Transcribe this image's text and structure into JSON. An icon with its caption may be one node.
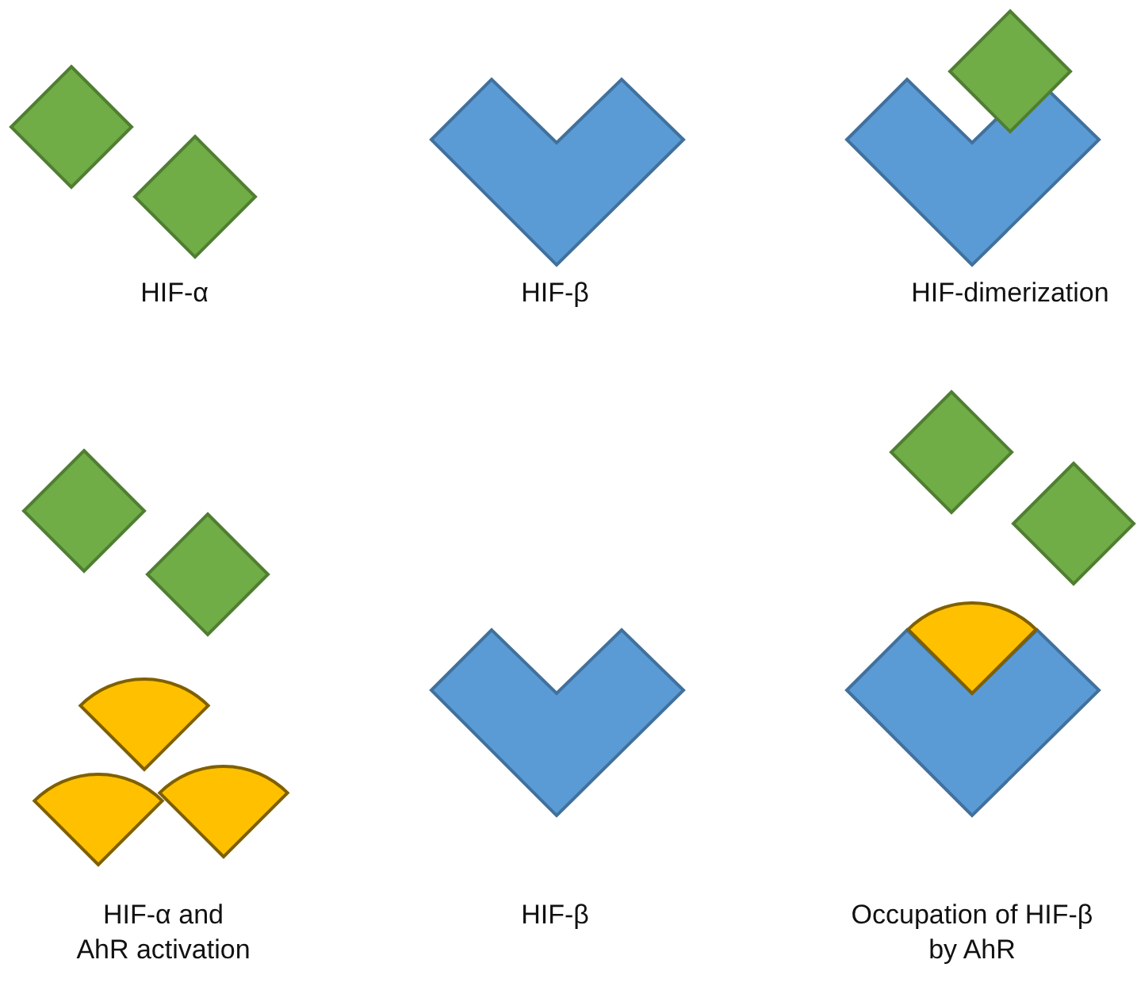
{
  "diagram": {
    "labels": [
      "HIF-α",
      "HIF-β",
      "HIF-dimerization",
      "HIF-α and AhR activation",
      "HIF-β",
      "Occupation of HIF-β by AhR"
    ]
  }
}
